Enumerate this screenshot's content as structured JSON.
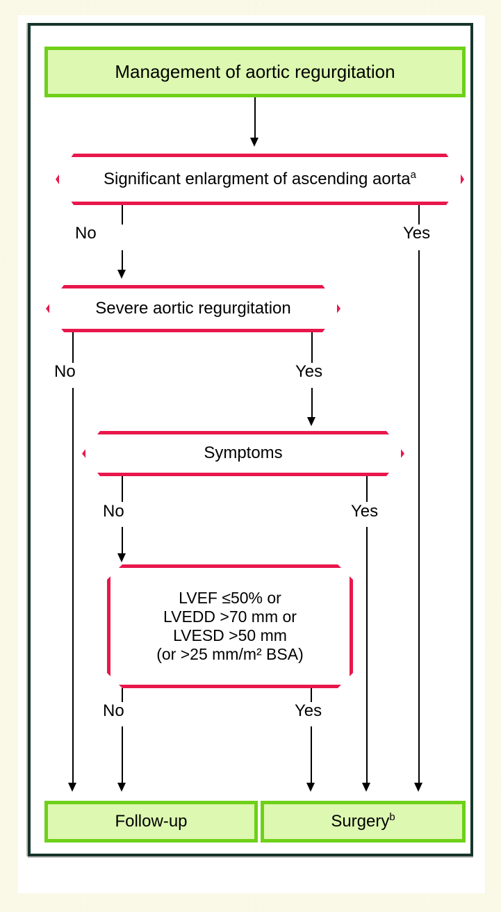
{
  "figure": {
    "title": "Management of aortic regurgitation",
    "type": "clinical-decision-flowchart"
  },
  "colors": {
    "page_background": "#faf9e7",
    "paper": "#ffffff",
    "frame_border": "#17352a",
    "terminal_fill": "#ddf8b0",
    "terminal_border": "#6ed018",
    "decision_border": "#e8174b",
    "connector": "#000000"
  },
  "nodes": {
    "start": {
      "label": "Management of aortic regurgitation",
      "shape": "rectangle",
      "style": "green-terminal"
    },
    "d1": {
      "label": "Significant enlargment of ascending aorta",
      "footnote": "a",
      "shape": "octagon",
      "style": "decision"
    },
    "d2": {
      "label": "Severe aortic regurgitation",
      "shape": "octagon",
      "style": "decision"
    },
    "d3": {
      "label": "Symptoms",
      "shape": "octagon",
      "style": "decision"
    },
    "d4": {
      "shape": "octagon",
      "style": "decision",
      "lines": [
        "LVEF ≤50% or",
        "LVEDD >70 mm or",
        "LVESD >50 mm",
        "(or >25 mm/m² BSA)"
      ],
      "line1": "LVEF ≤50% or",
      "line2": "LVEDD >70 mm or",
      "line3": "LVESD >50 mm",
      "line4": "(or >25 mm/m² BSA)"
    },
    "out_followup": {
      "label": "Follow-up",
      "shape": "rectangle",
      "style": "green-terminal"
    },
    "out_surgery": {
      "label": "Surgery",
      "footnote": "b",
      "shape": "rectangle",
      "style": "green-terminal"
    }
  },
  "branch_labels": {
    "d1_no": "No",
    "d1_yes": "Yes",
    "d2_no": "No",
    "d2_yes": "Yes",
    "d3_no": "No",
    "d3_yes": "Yes",
    "d4_no": "No",
    "d4_yes": "Yes"
  },
  "edges": [
    {
      "from": "start",
      "to": "d1",
      "label": ""
    },
    {
      "from": "d1",
      "to": "d2",
      "label": "No"
    },
    {
      "from": "d1",
      "to": "out_surgery",
      "label": "Yes"
    },
    {
      "from": "d2",
      "to": "out_followup",
      "label": "No"
    },
    {
      "from": "d2",
      "to": "d3",
      "label": "Yes"
    },
    {
      "from": "d3",
      "to": "d4",
      "label": "No"
    },
    {
      "from": "d3",
      "to": "out_surgery",
      "label": "Yes"
    },
    {
      "from": "d4",
      "to": "out_followup",
      "label": "No"
    },
    {
      "from": "d4",
      "to": "out_surgery",
      "label": "Yes"
    }
  ]
}
